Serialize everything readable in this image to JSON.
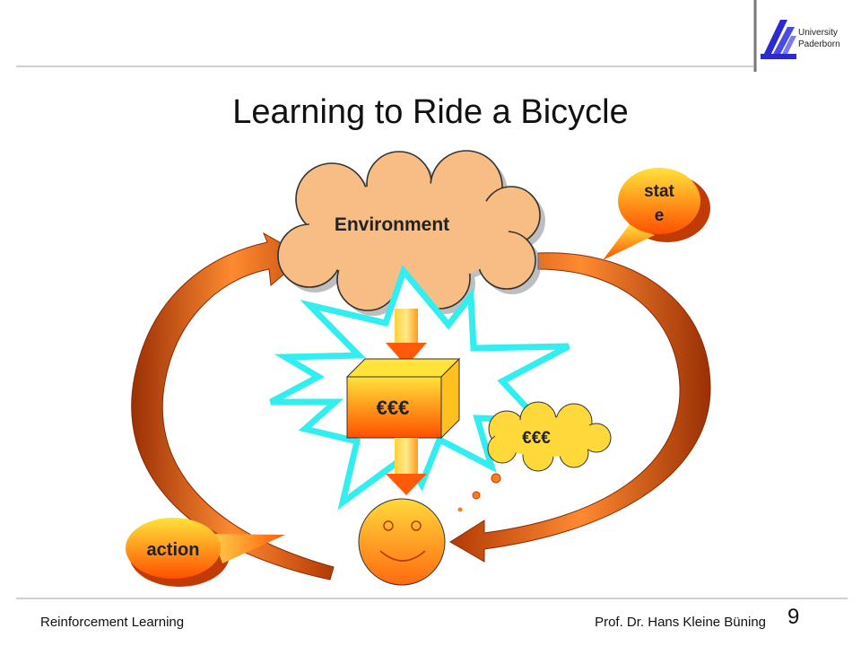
{
  "header": {
    "university_line1": "University",
    "university_line2": "Paderborn"
  },
  "title": "Learning to Ride a Bicycle",
  "diagram": {
    "environment_label": "Environment",
    "state_label_line1": "stat",
    "state_label_line2": "e",
    "reward_box_label": "€€€",
    "thought_label": "€€€",
    "action_label": "action"
  },
  "footer": {
    "course": "Reinforcement Learning",
    "author": "Prof. Dr. Hans Kleine Büning",
    "page": "9"
  },
  "colors": {
    "cloud_fill": "#f8bd85",
    "orange_light": "#ffd23a",
    "orange_dark": "#ff5a0a",
    "arrow_dark": "#b23a05",
    "starburst": "#33eef0",
    "logo_blue": "#2a2ad0"
  }
}
